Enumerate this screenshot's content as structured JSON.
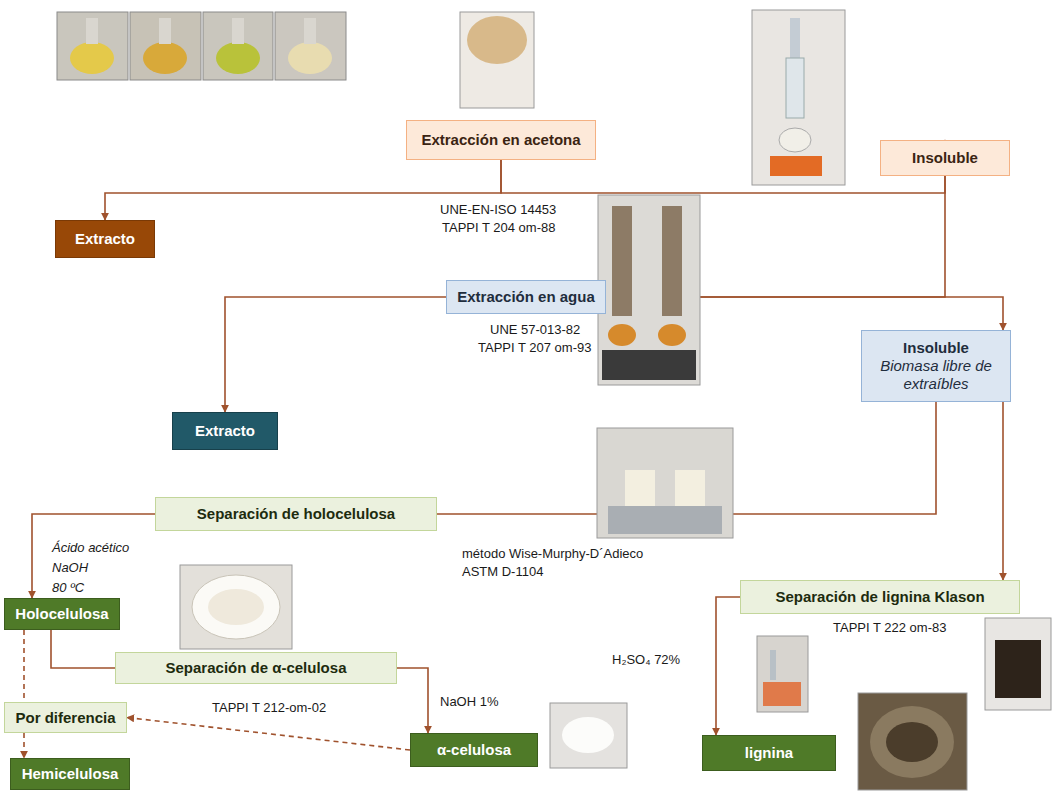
{
  "diagram": {
    "nodes": [
      {
        "text": [
          "Extracción en acetona"
        ]
      },
      {
        "text": [
          "Extracto"
        ]
      },
      {
        "text": [
          "Insoluble"
        ]
      },
      {
        "text": [
          "Extracción en agua"
        ]
      },
      {
        "text": [
          "Extracto"
        ]
      },
      {
        "text": [
          "Insoluble",
          "Biomasa libre de extraíbles"
        ]
      },
      {
        "text": [
          "Separación de holocelulosa"
        ]
      },
      {
        "text": [
          "Holocelulosa"
        ]
      },
      {
        "text": [
          "Separación de α-celulosa"
        ]
      },
      {
        "text": [
          "Por diferencia"
        ]
      },
      {
        "text": [
          "α-celulosa"
        ]
      },
      {
        "text": [
          "Hemicelulosa"
        ]
      },
      {
        "text": [
          "Separación de lignina Klason"
        ]
      },
      {
        "text": [
          "lignina"
        ]
      }
    ],
    "edges": [
      {
        "from": 0,
        "to": 1,
        "arrow": "to"
      },
      {
        "from": 0,
        "to": 2,
        "arrow": "to"
      },
      {
        "from": 2,
        "to": 3,
        "arrow": "none"
      },
      {
        "from": 3,
        "to": 4,
        "arrow": "to"
      },
      {
        "from": 3,
        "to": 5,
        "arrow": "to"
      },
      {
        "from": 5,
        "to": 6,
        "arrow": "none"
      },
      {
        "from": 6,
        "to": 7,
        "arrow": "to"
      },
      {
        "from": 5,
        "to": 12,
        "arrow": "to"
      },
      {
        "from": 12,
        "to": 13,
        "arrow": "to"
      },
      {
        "from": 7,
        "to": 8,
        "arrow": "none"
      },
      {
        "from": 8,
        "to": 10,
        "arrow": "to"
      },
      {
        "from": 7,
        "to": 9,
        "arrow": "none"
      },
      {
        "from": 9,
        "to": 11,
        "arrow": "to"
      },
      {
        "from": 10,
        "to": 9,
        "arrow": "to"
      }
    ],
    "labels": [
      "UNE-EN-ISO 14453",
      "TAPPI T 204 om-88",
      "UNE 57-013-82",
      "TAPPI T 207 om-93",
      "Ácido acético",
      "NaOH",
      "80 ºC",
      "método Wise-Murphy-D´Adieco",
      "ASTM D-1104",
      "TAPPI T 212-om-02",
      "NaOH 1%",
      "H₂SO₄ 72%",
      "TAPPI T 222 om-83"
    ]
  }
}
